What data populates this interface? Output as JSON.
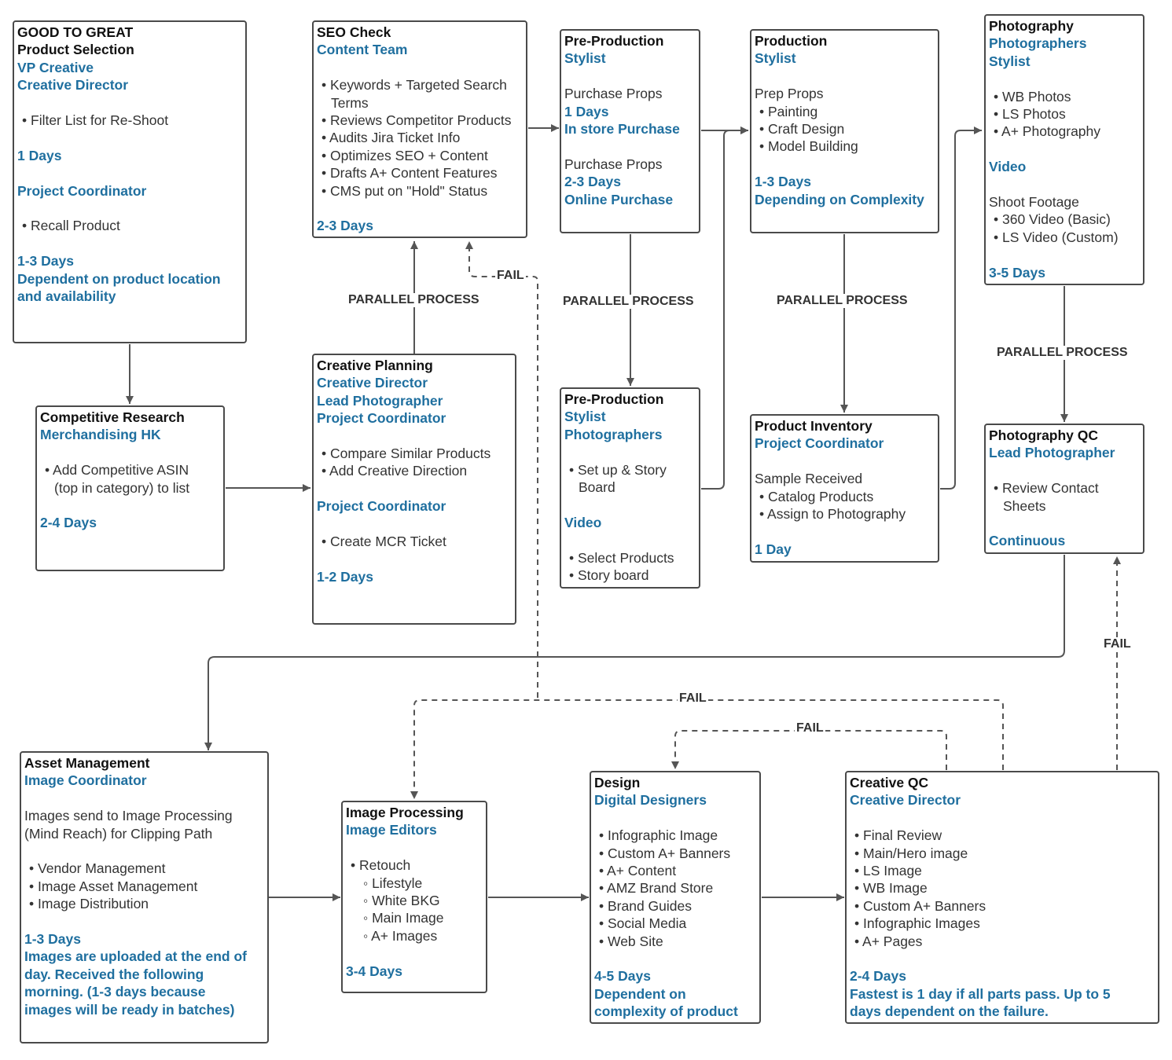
{
  "boxes": [
    {
      "key": "product_selection",
      "lines": [
        {
          "t": "title",
          "s": "GOOD TO GREAT"
        },
        {
          "t": "title",
          "s": "Product Selection"
        },
        {
          "t": "role",
          "s": "VP Creative"
        },
        {
          "t": "role",
          "s": "Creative Director"
        },
        {
          "t": "gap"
        },
        {
          "t": "bullet",
          "s": "Filter List for Re-Shoot"
        },
        {
          "t": "gap"
        },
        {
          "t": "role",
          "s": "1 Days"
        },
        {
          "t": "gap"
        },
        {
          "t": "role",
          "s": "Project Coordinator"
        },
        {
          "t": "gap"
        },
        {
          "t": "bullet",
          "s": "Recall Product"
        },
        {
          "t": "gap"
        },
        {
          "t": "role",
          "s": "1-3 Days"
        },
        {
          "t": "role",
          "s": "Dependent on product location"
        },
        {
          "t": "role",
          "s": "and availability"
        }
      ]
    },
    {
      "key": "seo_check",
      "lines": [
        {
          "t": "title",
          "s": "SEO Check"
        },
        {
          "t": "role",
          "s": "Content Team"
        },
        {
          "t": "gap"
        },
        {
          "t": "bullet",
          "s": "Keywords + Targeted Search"
        },
        {
          "t": "bcont",
          "s": "Terms"
        },
        {
          "t": "bullet",
          "s": "Reviews Competitor Products"
        },
        {
          "t": "bullet",
          "s": "Audits Jira Ticket Info"
        },
        {
          "t": "bullet",
          "s": "Optimizes SEO + Content"
        },
        {
          "t": "bullet",
          "s": "Drafts A+ Content Features"
        },
        {
          "t": "bullet",
          "s": "CMS put on \"Hold\" Status"
        },
        {
          "t": "gap"
        },
        {
          "t": "role",
          "s": "2-3 Days"
        }
      ]
    },
    {
      "key": "preproduction_1",
      "lines": [
        {
          "t": "title",
          "s": "Pre-Production"
        },
        {
          "t": "role",
          "s": "Stylist"
        },
        {
          "t": "gap"
        },
        {
          "t": "text",
          "s": "Purchase Props"
        },
        {
          "t": "role",
          "s": "1 Days"
        },
        {
          "t": "role",
          "s": "In store Purchase"
        },
        {
          "t": "gap"
        },
        {
          "t": "text",
          "s": "Purchase Props"
        },
        {
          "t": "role",
          "s": "2-3 Days"
        },
        {
          "t": "role",
          "s": "Online Purchase"
        }
      ]
    },
    {
      "key": "production",
      "lines": [
        {
          "t": "title",
          "s": "Production"
        },
        {
          "t": "role",
          "s": "Stylist"
        },
        {
          "t": "gap"
        },
        {
          "t": "text",
          "s": "Prep Props"
        },
        {
          "t": "bullet",
          "s": "Painting"
        },
        {
          "t": "bullet",
          "s": "Craft Design"
        },
        {
          "t": "bullet",
          "s": "Model Building"
        },
        {
          "t": "gap"
        },
        {
          "t": "role",
          "s": "1-3 Days"
        },
        {
          "t": "role",
          "s": "Depending on Complexity"
        }
      ]
    },
    {
      "key": "photography",
      "lines": [
        {
          "t": "title",
          "s": "Photography"
        },
        {
          "t": "role",
          "s": "Photographers"
        },
        {
          "t": "role",
          "s": "Stylist"
        },
        {
          "t": "gap"
        },
        {
          "t": "bullet",
          "s": "WB Photos"
        },
        {
          "t": "bullet",
          "s": "LS Photos"
        },
        {
          "t": "bullet",
          "s": "A+ Photography"
        },
        {
          "t": "gap"
        },
        {
          "t": "role",
          "s": "Video"
        },
        {
          "t": "gap"
        },
        {
          "t": "text",
          "s": "Shoot Footage"
        },
        {
          "t": "bullet",
          "s": "360 Video (Basic)"
        },
        {
          "t": "bullet",
          "s": "LS Video (Custom)"
        },
        {
          "t": "gap"
        },
        {
          "t": "role",
          "s": "3-5 Days"
        }
      ]
    },
    {
      "key": "competitive_research",
      "lines": [
        {
          "t": "title",
          "s": "Competitive Research"
        },
        {
          "t": "role",
          "s": "Merchandising HK"
        },
        {
          "t": "gap"
        },
        {
          "t": "bullet",
          "s": "Add Competitive ASIN"
        },
        {
          "t": "bcont",
          "s": "(top in category) to list"
        },
        {
          "t": "gap"
        },
        {
          "t": "role",
          "s": "2-4 Days"
        }
      ]
    },
    {
      "key": "creative_planning",
      "lines": [
        {
          "t": "title",
          "s": "Creative Planning"
        },
        {
          "t": "role",
          "s": "Creative Director"
        },
        {
          "t": "role",
          "s": "Lead Photographer"
        },
        {
          "t": "role",
          "s": "Project Coordinator"
        },
        {
          "t": "gap"
        },
        {
          "t": "bullet",
          "s": "Compare Similar Products"
        },
        {
          "t": "bullet",
          "s": "Add Creative Direction"
        },
        {
          "t": "gap"
        },
        {
          "t": "role",
          "s": "Project Coordinator"
        },
        {
          "t": "gap"
        },
        {
          "t": "bullet",
          "s": "Create MCR Ticket"
        },
        {
          "t": "gap"
        },
        {
          "t": "role",
          "s": "1-2 Days"
        }
      ]
    },
    {
      "key": "preproduction_2",
      "lines": [
        {
          "t": "title",
          "s": "Pre-Production"
        },
        {
          "t": "role",
          "s": "Stylist"
        },
        {
          "t": "role",
          "s": "Photographers"
        },
        {
          "t": "gap"
        },
        {
          "t": "bullet",
          "s": "Set up & Story"
        },
        {
          "t": "bcont",
          "s": "Board"
        },
        {
          "t": "gap"
        },
        {
          "t": "role",
          "s": "Video"
        },
        {
          "t": "gap"
        },
        {
          "t": "bullet",
          "s": "Select Products"
        },
        {
          "t": "bullet",
          "s": "Story board"
        }
      ]
    },
    {
      "key": "product_inventory",
      "lines": [
        {
          "t": "title",
          "s": "Product Inventory"
        },
        {
          "t": "role",
          "s": "Project Coordinator"
        },
        {
          "t": "gap"
        },
        {
          "t": "text",
          "s": "Sample Received"
        },
        {
          "t": "bullet",
          "s": "Catalog Products"
        },
        {
          "t": "bullet",
          "s": "Assign to Photography"
        },
        {
          "t": "gap"
        },
        {
          "t": "role",
          "s": "1 Day"
        }
      ]
    },
    {
      "key": "photography_qc",
      "lines": [
        {
          "t": "title",
          "s": "Photography QC"
        },
        {
          "t": "role",
          "s": "Lead Photographer"
        },
        {
          "t": "gap"
        },
        {
          "t": "bullet",
          "s": "Review Contact"
        },
        {
          "t": "bcont",
          "s": "Sheets"
        },
        {
          "t": "gap"
        },
        {
          "t": "role",
          "s": "Continuous"
        }
      ]
    },
    {
      "key": "asset_management",
      "lines": [
        {
          "t": "title",
          "s": "Asset Management"
        },
        {
          "t": "role",
          "s": "Image Coordinator"
        },
        {
          "t": "gap"
        },
        {
          "t": "text",
          "s": "Images send to Image Processing"
        },
        {
          "t": "text",
          "s": "(Mind Reach) for Clipping Path"
        },
        {
          "t": "gap"
        },
        {
          "t": "bullet",
          "s": "Vendor Management"
        },
        {
          "t": "bullet",
          "s": "Image Asset Management"
        },
        {
          "t": "bullet",
          "s": "Image Distribution"
        },
        {
          "t": "gap"
        },
        {
          "t": "role",
          "s": "1-3 Days"
        },
        {
          "t": "role",
          "s": "Images are uploaded at the end of"
        },
        {
          "t": "role",
          "s": "day. Received the following"
        },
        {
          "t": "role",
          "s": "morning. (1-3 days because"
        },
        {
          "t": "role",
          "s": "images will be ready in batches)"
        }
      ]
    },
    {
      "key": "image_processing",
      "lines": [
        {
          "t": "title",
          "s": "Image Processing"
        },
        {
          "t": "role",
          "s": "Image Editors"
        },
        {
          "t": "gap"
        },
        {
          "t": "bullet",
          "s": "Retouch"
        },
        {
          "t": "sub",
          "s": "Lifestyle"
        },
        {
          "t": "sub",
          "s": "White BKG"
        },
        {
          "t": "sub",
          "s": "Main Image"
        },
        {
          "t": "sub",
          "s": "A+ Images"
        },
        {
          "t": "gap"
        },
        {
          "t": "role",
          "s": "3-4 Days"
        }
      ]
    },
    {
      "key": "design",
      "lines": [
        {
          "t": "title",
          "s": "Design"
        },
        {
          "t": "role",
          "s": "Digital Designers"
        },
        {
          "t": "gap"
        },
        {
          "t": "bullet",
          "s": "Infographic Image"
        },
        {
          "t": "bullet",
          "s": "Custom A+ Banners"
        },
        {
          "t": "bullet",
          "s": "A+ Content"
        },
        {
          "t": "bullet",
          "s": "AMZ Brand Store"
        },
        {
          "t": "bullet",
          "s": "Brand Guides"
        },
        {
          "t": "bullet",
          "s": "Social Media"
        },
        {
          "t": "bullet",
          "s": "Web Site"
        },
        {
          "t": "gap"
        },
        {
          "t": "role",
          "s": "4-5 Days"
        },
        {
          "t": "role",
          "s": "Dependent on"
        },
        {
          "t": "role",
          "s": "complexity of product"
        }
      ]
    },
    {
      "key": "creative_qc",
      "lines": [
        {
          "t": "title",
          "s": "Creative QC"
        },
        {
          "t": "role",
          "s": "Creative Director"
        },
        {
          "t": "gap"
        },
        {
          "t": "bullet",
          "s": "Final Review"
        },
        {
          "t": "bullet",
          "s": "Main/Hero image"
        },
        {
          "t": "bullet",
          "s": "LS Image"
        },
        {
          "t": "bullet",
          "s": "WB Image"
        },
        {
          "t": "bullet",
          "s": "Custom A+ Banners"
        },
        {
          "t": "bullet",
          "s": "Infographic Images"
        },
        {
          "t": "bullet",
          "s": "A+ Pages"
        },
        {
          "t": "gap"
        },
        {
          "t": "role",
          "s": "2-4 Days"
        },
        {
          "t": "role",
          "s": "Fastest is 1 day if all parts pass. Up to 5"
        },
        {
          "t": "role",
          "s": "days dependent on the failure."
        }
      ]
    }
  ],
  "labels": {
    "parallel_1": "PARALLEL PROCESS",
    "parallel_2": "PARALLEL PROCESS",
    "parallel_3": "PARALLEL PROCESS",
    "parallel_4": "PARALLEL PROCESS",
    "fail_1": "FAIL",
    "fail_2": "FAIL",
    "fail_3": "FAIL",
    "fail_4": "FAIL"
  },
  "colors": {
    "role": "#1f6f9f",
    "title": "#111111",
    "border": "#4a4a4a",
    "connector": "#555555"
  }
}
